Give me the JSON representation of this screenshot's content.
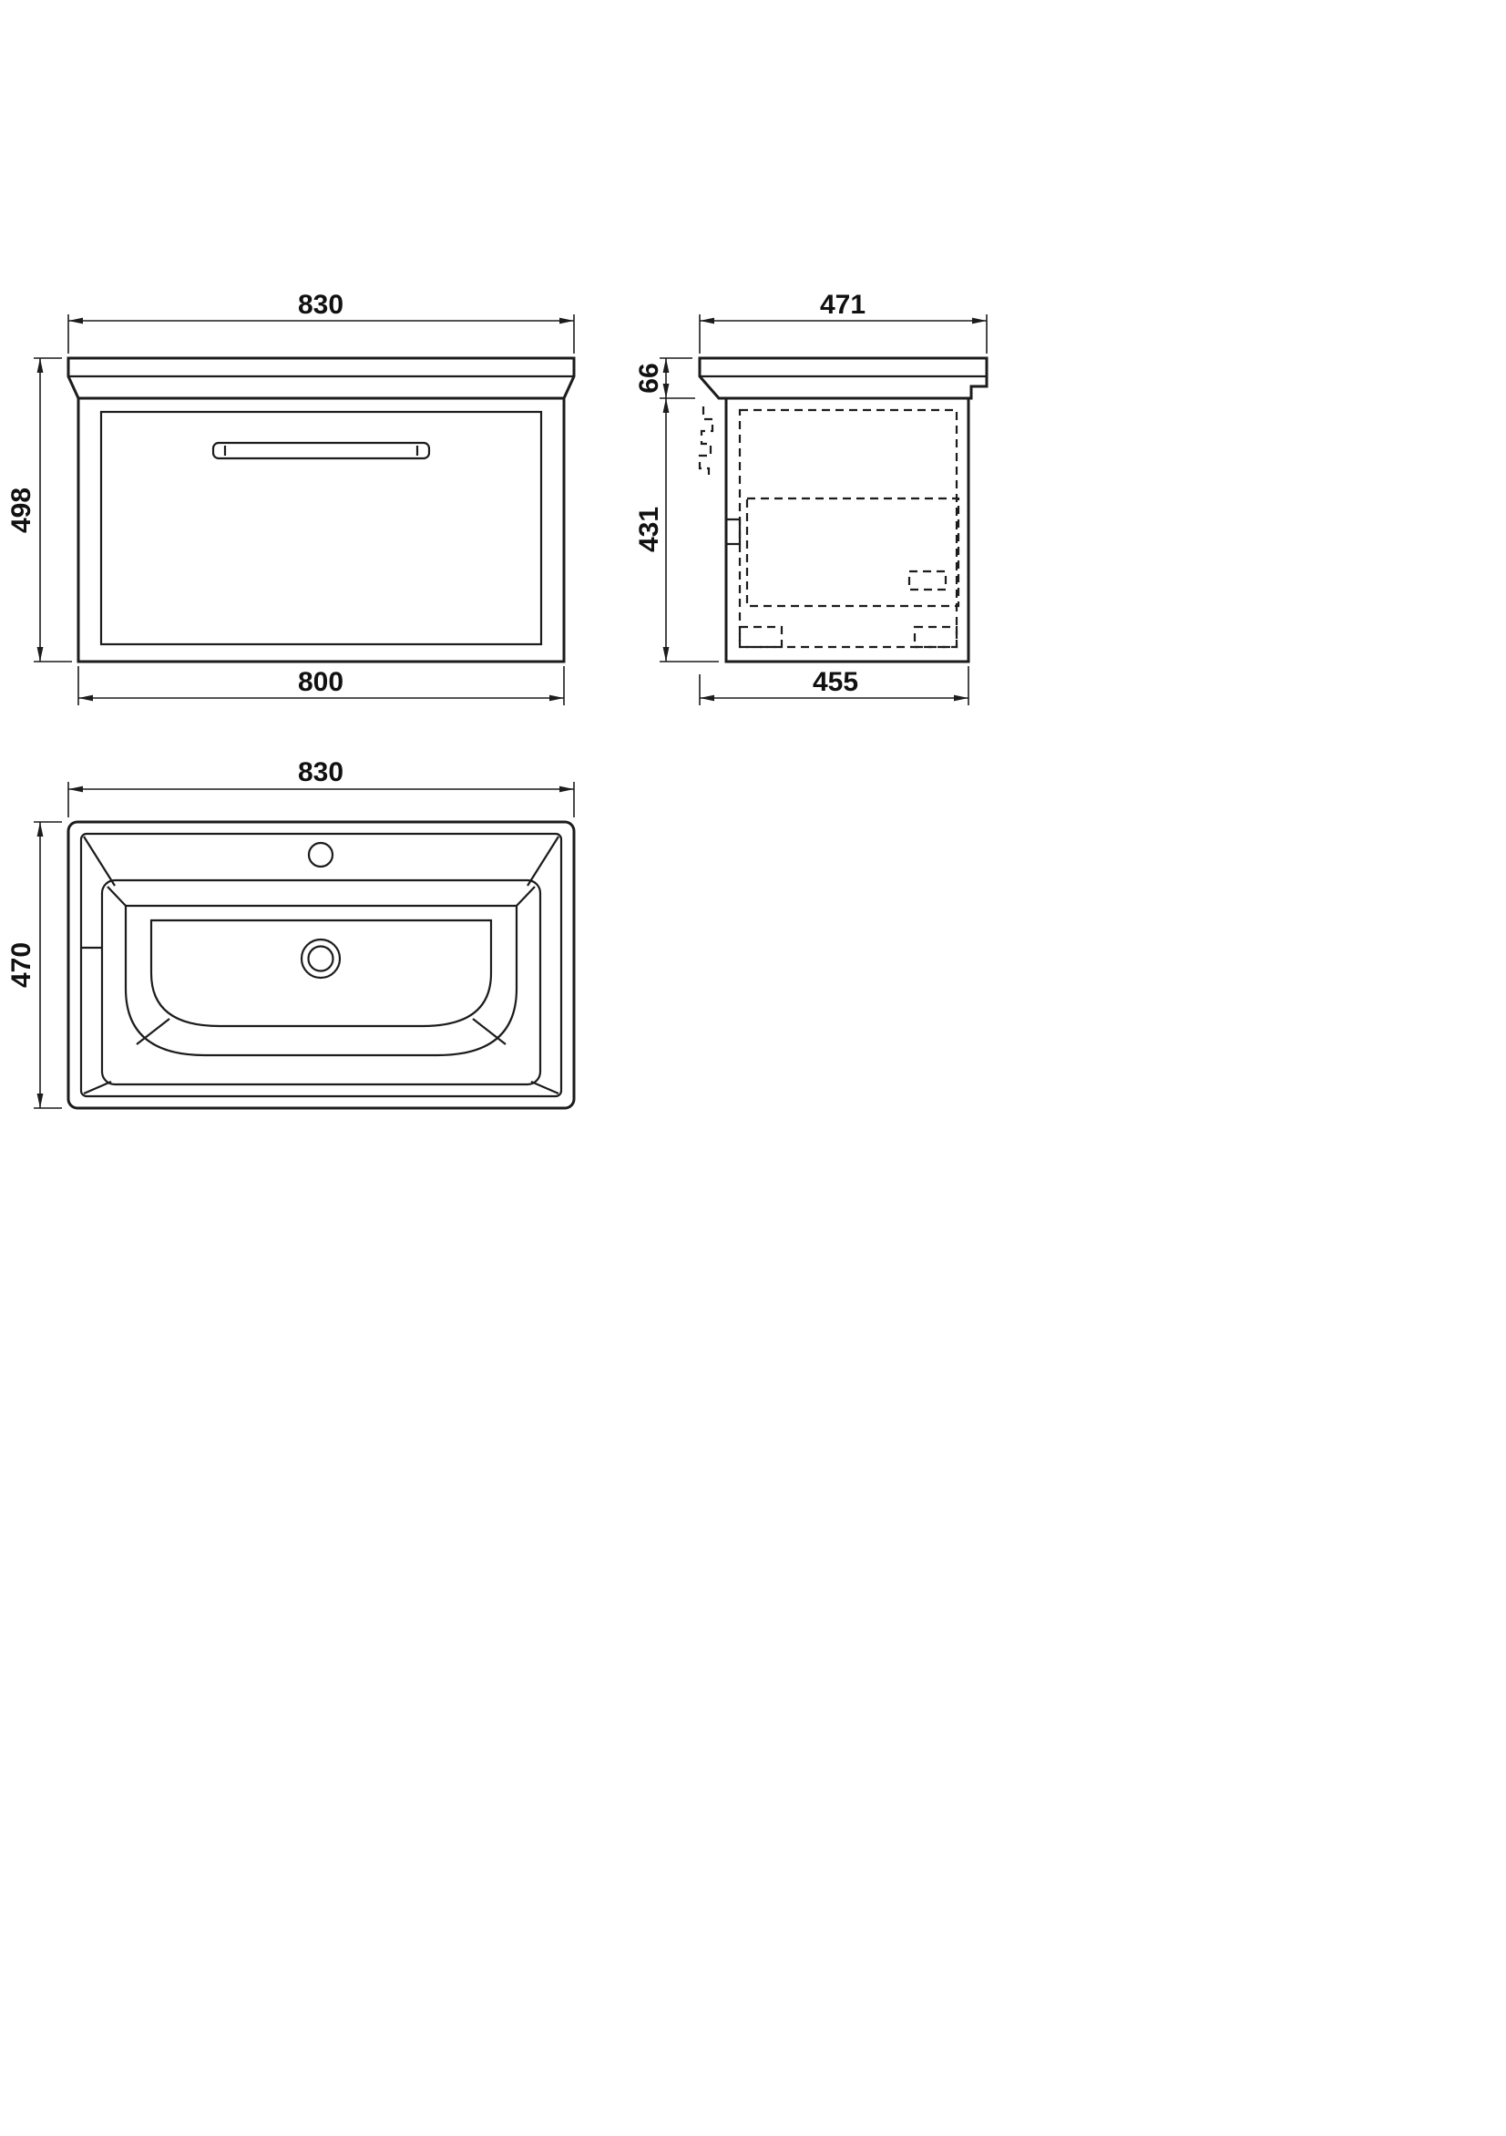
{
  "drawing": {
    "background_color": "#ffffff",
    "line_color": "#1c1c1c",
    "views": {
      "front": {
        "dims": {
          "top_width": "830",
          "height": "498",
          "bottom_width": "800"
        }
      },
      "side": {
        "dims": {
          "top_depth": "471",
          "basin_height": "66",
          "cabinet_height": "431",
          "bottom_depth": "455"
        }
      },
      "plan": {
        "dims": {
          "width": "830",
          "depth": "470"
        }
      }
    }
  }
}
